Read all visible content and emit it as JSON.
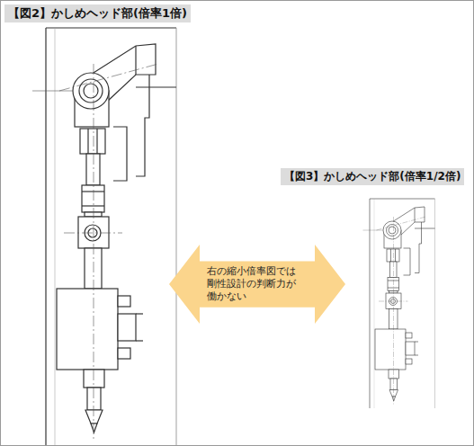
{
  "diagram": {
    "nodes": [
      {
        "text": [
          "右の縮小倍率図では 剛性設計の判断力が 働かない"
        ]
      }
    ],
    "labels": [
      "【図2】かしめヘッド部(倍率1倍)",
      "【図3】かしめヘッド部(倍率1/2倍)"
    ]
  }
}
